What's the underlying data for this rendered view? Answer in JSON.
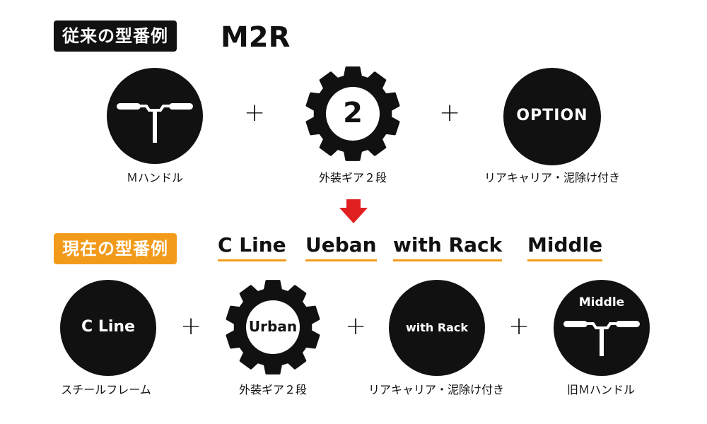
{
  "old": {
    "badge_label": "従来の型番例",
    "badge_color": "#111111",
    "model": "M2R",
    "items": [
      {
        "icon": "handlebar-icon",
        "caption": "Ｍハンドル"
      },
      {
        "icon": "gear-icon",
        "inner_text": "2",
        "caption": "外装ギア２段"
      },
      {
        "icon": "option-circle",
        "inner_text": "OPTION",
        "caption": "リアキャリア・泥除け付き"
      }
    ],
    "plus": "+"
  },
  "new": {
    "badge_label": "現在の型番例",
    "badge_color": "#f29b1b",
    "model_segments": [
      "C Line",
      "Ueban",
      "with Rack",
      "Middle"
    ],
    "items": [
      {
        "icon": "c-line-circle",
        "inner_text": "C Line",
        "caption": "スチールフレーム"
      },
      {
        "icon": "gear-icon",
        "inner_text": "Urban",
        "caption": "外装ギア２段"
      },
      {
        "icon": "with-rack-circle",
        "inner_text": "with Rack",
        "caption": "リアキャリア・泥除け付き"
      },
      {
        "icon": "handlebar-icon",
        "inner_text": "Middle",
        "caption": "旧Ｍハンドル"
      }
    ],
    "plus": "+"
  },
  "arrow_color": "#e02020"
}
